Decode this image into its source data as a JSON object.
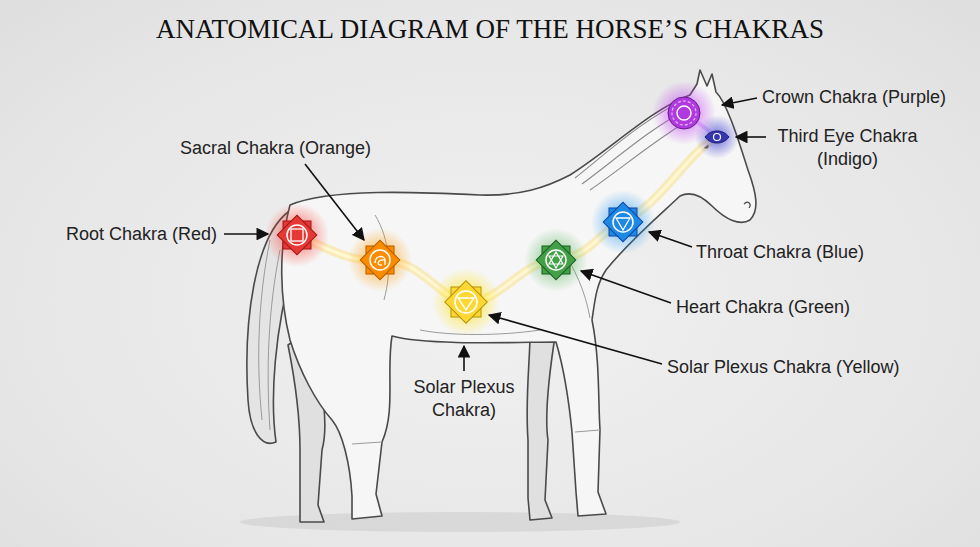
{
  "diagram": {
    "title": "ANATOMICAL DIAGRAM OF THE HORSE’S CHAKRAS",
    "labels": [
      "Crown Chakra (Purple)",
      "Third Eye Chakra (Indigo)",
      "Sacral Chakra (Orange)",
      "Root Chakra (Red)",
      "Throat Chakra (Blue)",
      "Heart Chakra (Green)",
      "Solar Plexus Chakra (Yellow)",
      "Solar Plexus Chakra)"
    ]
  }
}
